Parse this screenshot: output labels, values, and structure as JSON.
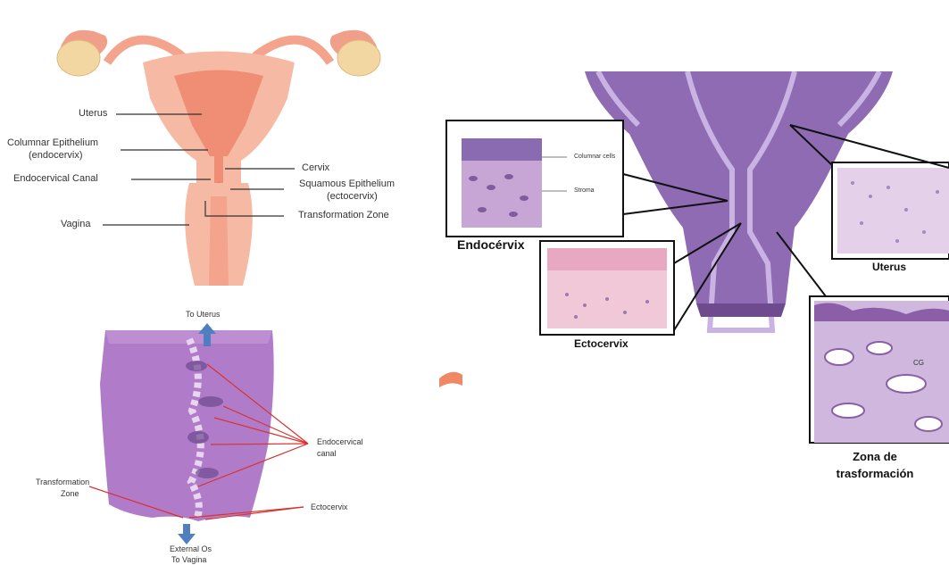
{
  "colors": {
    "anatomy_pink": "#f6b9a4",
    "anatomy_dark": "#ef8e74",
    "ovary": "#f2d7a3",
    "histo_purple": "#b07cc9",
    "histo_dark": "#6e4a8e",
    "diagram_purple": "#8e6bb3",
    "diagram_light": "#c9b3e3",
    "pointer_red": "#d8322e",
    "arrow_blue": "#4f7fbf"
  },
  "anatomy": {
    "labels": {
      "uterus": "Uterus",
      "columnar": "Columnar Epithelium",
      "columnar_sub": "(endocervix)",
      "canal": "Endocervical Canal",
      "vagina": "Vagina",
      "cervix": "Cervix",
      "squamous": "Squamous Epithelium",
      "squamous_sub": "(ectocervix)",
      "tz": "Transformation Zone"
    }
  },
  "histology": {
    "labels": {
      "to_uterus": "To Uterus",
      "endo_canal_1": "Endocervical",
      "endo_canal_2": "canal",
      "tz_1": "Transformation",
      "tz_2": "Zone",
      "ectocervix": "Ectocervix",
      "external_os": "External Os",
      "to_vagina": "To Vagina"
    }
  },
  "schematic": {
    "labels": {
      "columnar_cells": "Columnar cells",
      "stroma": "Stroma",
      "endocervix": "Endocérvix",
      "ectocervix": "Ectocervix",
      "uterus": "Uterus",
      "cg": "CG",
      "zona_1": "Zona de",
      "zona_2": "trasformación"
    }
  }
}
